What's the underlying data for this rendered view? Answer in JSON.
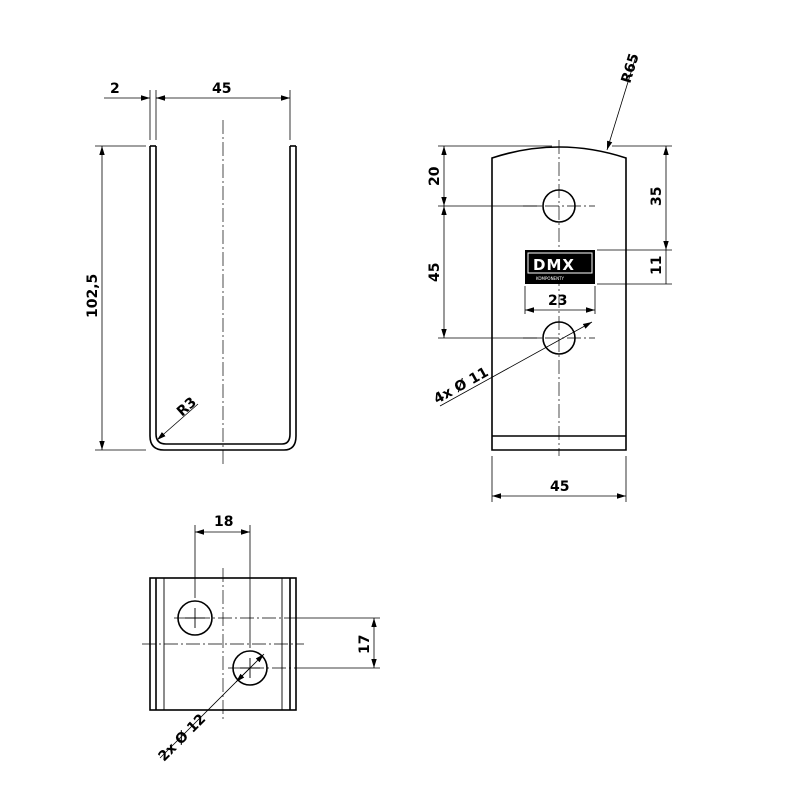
{
  "front_view": {
    "dim_thickness": "2",
    "dim_width": "45",
    "dim_height": "102,5",
    "dim_bend_radius": "R3"
  },
  "side_view": {
    "dim_top_radius": "R65",
    "dim_top_to_hole": "20",
    "dim_hole_spacing": "45",
    "dim_top_to_logo": "35",
    "dim_logo_height": "11",
    "dim_logo_width": "23",
    "dim_hole_diameter": "4x Ø 11",
    "dim_width": "45",
    "logo_text": "DMX",
    "logo_subtext": "KOMPONENTY"
  },
  "bottom_view": {
    "dim_hole_offset_x": "18",
    "dim_hole_offset_y": "17",
    "dim_hole_diameter": "2x Ø 12"
  }
}
